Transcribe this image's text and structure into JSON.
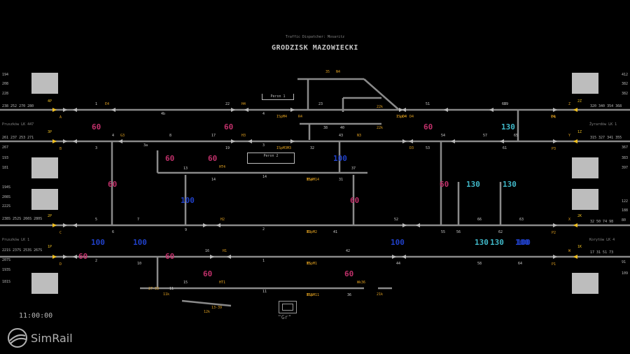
{
  "header": {
    "subtitle": "Traffic Dispatcher: Mosaritz",
    "title": "GRODZISK MAZOWIECKI"
  },
  "clock": "11:00:00",
  "brand": "SimRail",
  "gr_label": "\"Gr\"",
  "platforms": {
    "p1": "Peron 1",
    "p2": "Peron 2"
  },
  "directions": {
    "left_top": "Pruszków LK 447",
    "left_bottom": "Pruszków LK 1",
    "right_top": "Żyrardów LK 1",
    "right_bottom": "Korytów LK 4"
  },
  "counters_left": [
    "194",
    "208",
    "228",
    "238 252 270 280",
    "261 237 253 271",
    "267",
    "193",
    "181",
    "194S",
    "208S",
    "222S",
    "238S 252S 266S 280S",
    "221S 237S 253S 267S",
    "207S",
    "193S",
    "181S"
  ],
  "counters_right": [
    "412",
    "382",
    "382",
    "320 340 354 368",
    "315 327 341 355",
    "367",
    "383",
    "397",
    "122",
    "188",
    "80",
    "32 50 74 98",
    "17 31 51 73",
    "91",
    "109"
  ],
  "entry_labels_left": [
    "4P",
    "3P",
    "2P",
    "1P"
  ],
  "entry_labels_right": [
    "2Z",
    "1Z",
    "2K",
    "1K"
  ],
  "track_letters_left": [
    "A",
    "B",
    "C",
    "D"
  ],
  "track_letters_right": [
    "P4",
    "P3",
    "P2",
    "P1"
  ],
  "speeds": [
    "60",
    "60",
    "60",
    "60",
    "60",
    "60",
    "60",
    "60",
    "60",
    "60",
    "60",
    "60",
    "100",
    "100",
    "100",
    "100",
    "100",
    "100",
    "100",
    "130",
    "130",
    "130",
    "130",
    "130"
  ],
  "colors": {
    "speed60": "#c0306a",
    "speed100": "#2040c8",
    "speed130": "#40b8c8",
    "signal": "#e0a020",
    "cyan": "#30a8b8",
    "track": "#8a8a8a",
    "entry": "#f0c020"
  },
  "tracks": [
    {
      "label": "4b"
    },
    {
      "label": "3a"
    },
    {
      "label": "2"
    },
    {
      "label": "1"
    },
    {
      "label": "4"
    },
    {
      "label": "14"
    },
    {
      "label": "11"
    },
    {
      "label": "3"
    }
  ],
  "signals": [
    "E4",
    "H4",
    "N4",
    "D4",
    "P4",
    "G3",
    "H3",
    "M3",
    "N3",
    "D3",
    "HT4",
    "M14",
    "H2",
    "M2",
    "H1",
    "M1",
    "HT1",
    "M11",
    "R4",
    "Wk36",
    "Z",
    "Y",
    "X",
    "W"
  ],
  "switches": [
    "1",
    "2",
    "3",
    "4",
    "5",
    "6",
    "7",
    "8",
    "9",
    "10",
    "11",
    "13",
    "14",
    "15",
    "16",
    "17",
    "19",
    "22",
    "23",
    "31",
    "32",
    "36",
    "37",
    "38",
    "40",
    "41",
    "42",
    "43",
    "44",
    "51",
    "52",
    "53",
    "54",
    "55",
    "56",
    "57",
    "58",
    "59",
    "61",
    "62",
    "63",
    "64",
    "65",
    "66",
    "68"
  ],
  "misc_labels": [
    "ISpM4",
    "ISpM3",
    "ISpM14",
    "ISpM2",
    "ISpM1",
    "ISpM11",
    "ISpD4",
    "ISpD4",
    "22k",
    "22k",
    "11k",
    "12k",
    "21k",
    "27-33",
    "13-39",
    "35"
  ]
}
